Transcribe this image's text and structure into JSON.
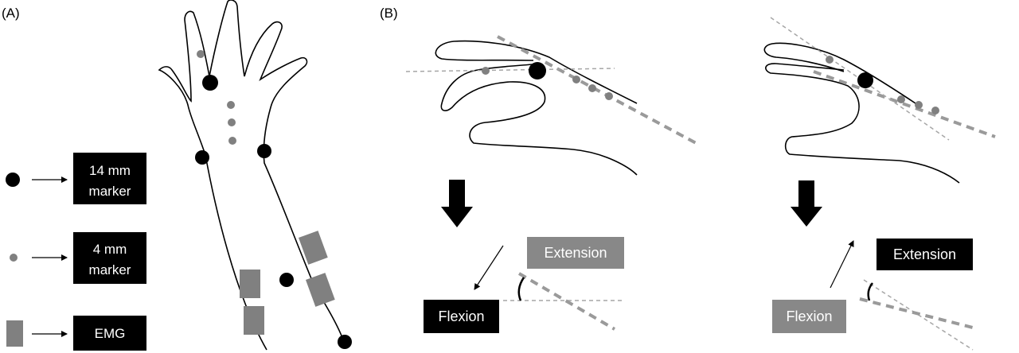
{
  "panels": {
    "a_label": "(A)",
    "b_label": "(B)"
  },
  "legend": {
    "large_marker": "14 mm marker",
    "small_marker": "4 mm marker",
    "emg": "EMG"
  },
  "labels": {
    "flexion": "Flexion",
    "extension": "Extension"
  },
  "colors": {
    "black": "#000000",
    "gray_box": "#888888",
    "gray_marker": "#808080",
    "dash_line": "#9a9a9a",
    "thin_dash": "#a6a6a6"
  }
}
